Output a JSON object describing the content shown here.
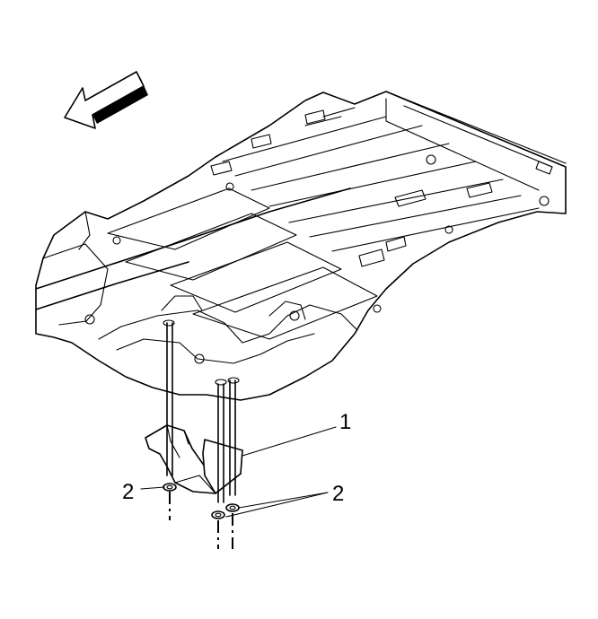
{
  "callouts": {
    "part_1": "1",
    "part_2_left": "2",
    "part_2_right": "2"
  },
  "icons": {
    "direction_arrow": "front-direction-arrow-icon"
  }
}
